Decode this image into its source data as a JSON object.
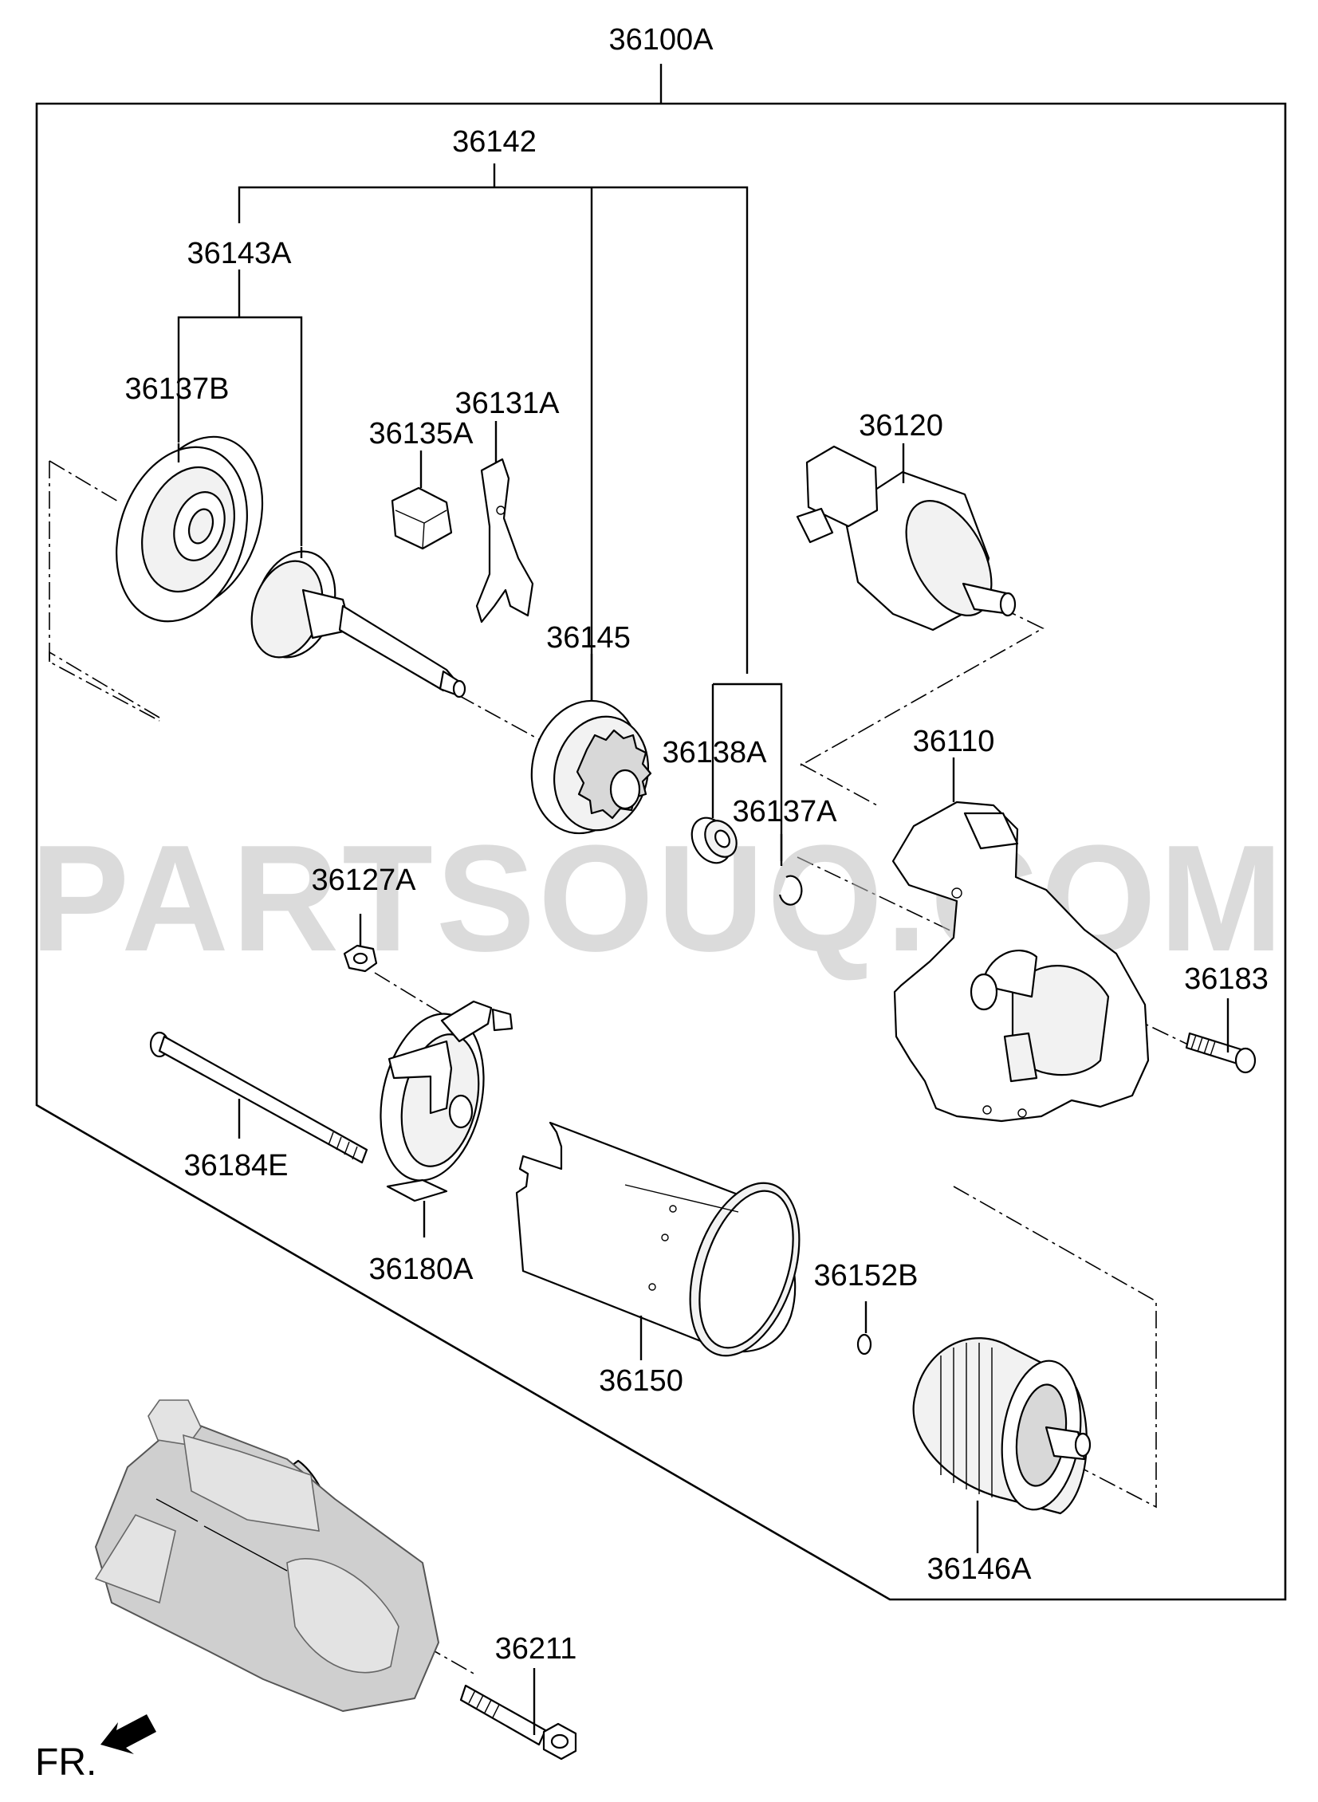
{
  "watermark": "PARTSOUQ.COM",
  "front_label": "FR.",
  "labels": {
    "l36100A": "36100A",
    "l36142": "36142",
    "l36143A": "36143A",
    "l36137B": "36137B",
    "l36131A": "36131A",
    "l36135A": "36135A",
    "l36120": "36120",
    "l36145": "36145",
    "l36138A": "36138A",
    "l36137A": "36137A",
    "l36110": "36110",
    "l36127A": "36127A",
    "l36183": "36183",
    "l36184E": "36184E",
    "l36180A": "36180A",
    "l36150": "36150",
    "l36152B": "36152B",
    "l36146A": "36146A",
    "l36211": "36211"
  }
}
